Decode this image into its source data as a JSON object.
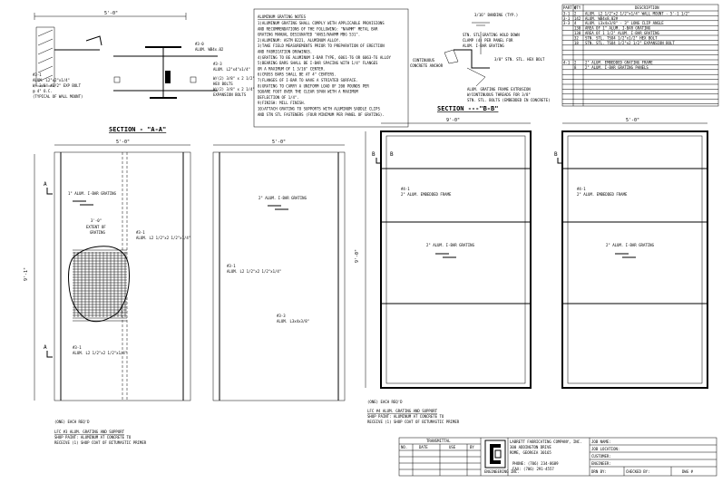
{
  "top_dims": {
    "width": "5'-0\""
  },
  "detail": {
    "labels": [
      "#3-0",
      "ALUM. WB4x.02",
      "#3-1",
      "ALUM. L2\"x2\"x1/4\"",
      "W/ 3/8\" #1/2\" EXP BOLT",
      "@ 4\" O.C.",
      "(TYPICAL OF WALL MOUNT)",
      "#3-3",
      "ALUM. L2\"x4\"x1/4\"",
      "W/(2) 3/8\" x 2 1/2\"",
      "HEX BOLTS",
      "W/(2) 3/8\" x 2 1/4\"",
      "EXPANSION BOLTS"
    ]
  },
  "notes": {
    "title": "ALUMINUM GRATING NOTES",
    "lines": [
      "1)ALUMINUM GRATING SHALL COMPLY WITH APPLICABLE PROVISIONS",
      "AND RECOMMENDATIONS OF THE FOLLOWING: \"NAAMM\" METAL BAR",
      "GRATING MANUAL DESIGNATED \"ANSI/NAAMM MBG 531\".",
      "2)ALUMINUM: ASTM B221, ALUMINUM ALLOY.",
      "3)TAKE FIELD MEASUREMENTS PRIOR TO PREPARATION OF ERECTION",
      "AND FABRICATION DRAWINGS.",
      "4)GRATING TO BE ALUMINUM I-BAR TYPE, 6061-T6 OR 6063-T6 ALLOY",
      "5)BEARING BARS SHALL BE I-BAR SPACING WITH 1/4\" FLANGES",
      "OR A MAXIMUM OF 1 3/16\" CENTER.",
      "6)CROSS BARS SHALL BE AT 4\" CENTERS.",
      "7)FLANGES OF I-BAR TO HAVE A STRIATED SURFACE.",
      "8)GRATING TO CARRY A UNIFORM LOAD OF 200 POUNDS PER",
      "SQUARE FOOT OVER THE CLEAR SPAN WITH A MAXIMUM",
      "DEFLECTION OF 1/4\".",
      "9)FINISH: MILL FINISH.",
      "10)ATTACH GRATING TO SUPPORTS WITH ALUMINUM SADDLE CLIPS",
      "AND STN STL FASTENERS (FOUR MINIMUM PER PANEL OF GRATING)."
    ]
  },
  "banding": {
    "labels": [
      "3/16\" BANDING (TYP.)",
      "STN. STL GRATING HOLD DOWN",
      "CLAMP (4) PER PANEL FOR",
      "ALUM. I-BAR GRATING",
      "CONTINUOUS",
      "CONCRETE ANCHOR",
      "3/8\" STN. STL. HEX BOLT",
      "ALUM. GRATING FRAME EXTRUSION",
      "W/CONTINUOUS THREADS FOR 3/8\"",
      "STN. STL. BOLTS (EMBEDDED IN CONCRETE)"
    ]
  },
  "parts_table": {
    "headers": [
      "PART #",
      "QTY",
      "DESCRIPTION"
    ],
    "rows": [
      [
        "3-1",
        "2",
        "ALUM. L2 1/2\"x2 1/2\"x1/4\" WALL MOUNT - 5'-1 1/2\""
      ],
      [
        "3-1",
        "142",
        "ALUM. WB4x8.02#"
      ],
      [
        "3-3",
        "4",
        "ALUM. L3x4x3/8\" - 3\" LONG CLIP ANGLE"
      ],
      [
        "",
        "130",
        "AREA OF 1\" ALUM. I-BAR GRATING"
      ],
      [
        "",
        "130",
        "AREA OF 1 1/2\" ALUM. I-BAR GRATING"
      ],
      [
        "",
        "32",
        "STN. STL. TSO4 1/2\"x1/2\" HEX BOLT"
      ],
      [
        "",
        "18",
        "STN. STL. TSO4 1/2\"x2 1/2\" EXPANSION BOLT"
      ],
      [
        "4-1",
        "2",
        "2\" ALUM. EMBEDDED GRATING FRAME"
      ],
      [
        "",
        "8",
        "2\" ALUM. I-BAR GRATING PANELS"
      ]
    ]
  },
  "section_aa": {
    "title": "SECTION - \"A-A\"",
    "dim_w": "5'-0\"",
    "dim_h": "9'-1\"",
    "marker": "A",
    "grating_label": "1\" ALUM. I-BAR GRATING",
    "extent_labels": [
      "3'-0\"",
      "EXTENT OF",
      "GRATING"
    ],
    "part1": [
      "#3-1",
      "ALUM. L2 1/2\"x2 1/2\"x1/4\""
    ],
    "part2": [
      "#3-1",
      "ALUM. L2 1/2\"x2 1/2\"x1/4\""
    ]
  },
  "plan2": {
    "dim_w": "5'-0\"",
    "grating_label": "2\" ALUM. I-BAR GRATING",
    "part": [
      "#3-1",
      "ALUM. L2 1/2\"x2 1/2\"x1/4\""
    ],
    "part3": [
      "#3-3",
      "ALUM. L3x4x3/8\""
    ]
  },
  "section_bb": {
    "title": "SECTION ---\"B-B\"",
    "dim_w": "9'-0\"",
    "dim_h": "9'-0\"",
    "marker": "B",
    "frame_label": [
      "#4-1",
      "2\" ALUM. EMBEDDED FRAME"
    ],
    "grating_label": "2\" ALUM. I-BAR GRATING"
  },
  "plan4": {
    "dim_w": "5'-0\"",
    "marker": "B",
    "frame_label": [
      "#4-1",
      "2\" ALUM. EMBEDDED FRAME"
    ],
    "grating_label": "2\" ALUM. I-BAR GRATING"
  },
  "bottom_notes_left": [
    "(ONE) EACH REQ'D",
    "LFC #3 ALUM. GRATING AND SUPPORT",
    "SHOP PAINT: ALUMINUM AT CONCRETE TO",
    "RECEIVE (1) SHOP COAT OF BITUMASTIC PRIMER"
  ],
  "bottom_notes_right": [
    "(ONE) EACH REQ'D",
    "LFC #4 ALUM. GRATING AND SUPPORT",
    "SHOP PAINT: ALUMINUM AT CONCRETE TO",
    "RECEIVE (1) SHOP COAT OF BITUMASTIC PRIMER"
  ],
  "transmittal": {
    "title": "TRANSMITTAL",
    "headers": [
      "NO.",
      "DATE",
      "USE",
      "BY"
    ]
  },
  "company": {
    "lines": [
      "LABRETT FABRICATING COMPANY, INC.",
      "300 ADDINGTON DRIVE",
      "ROME, GEORGIA 30165",
      "PHONE: (706) 234-8689",
      "FAX: (706) 291-4557"
    ],
    "logo_caption": "ENGINEERING INC."
  },
  "title_block": {
    "fields": [
      "JOB NAME:",
      "JOB LOCATION:",
      "CUSTOMER:",
      "ENGINEER:"
    ],
    "bottom": [
      "DRN BY:",
      "CHECKED BY:",
      "DWG #"
    ]
  }
}
